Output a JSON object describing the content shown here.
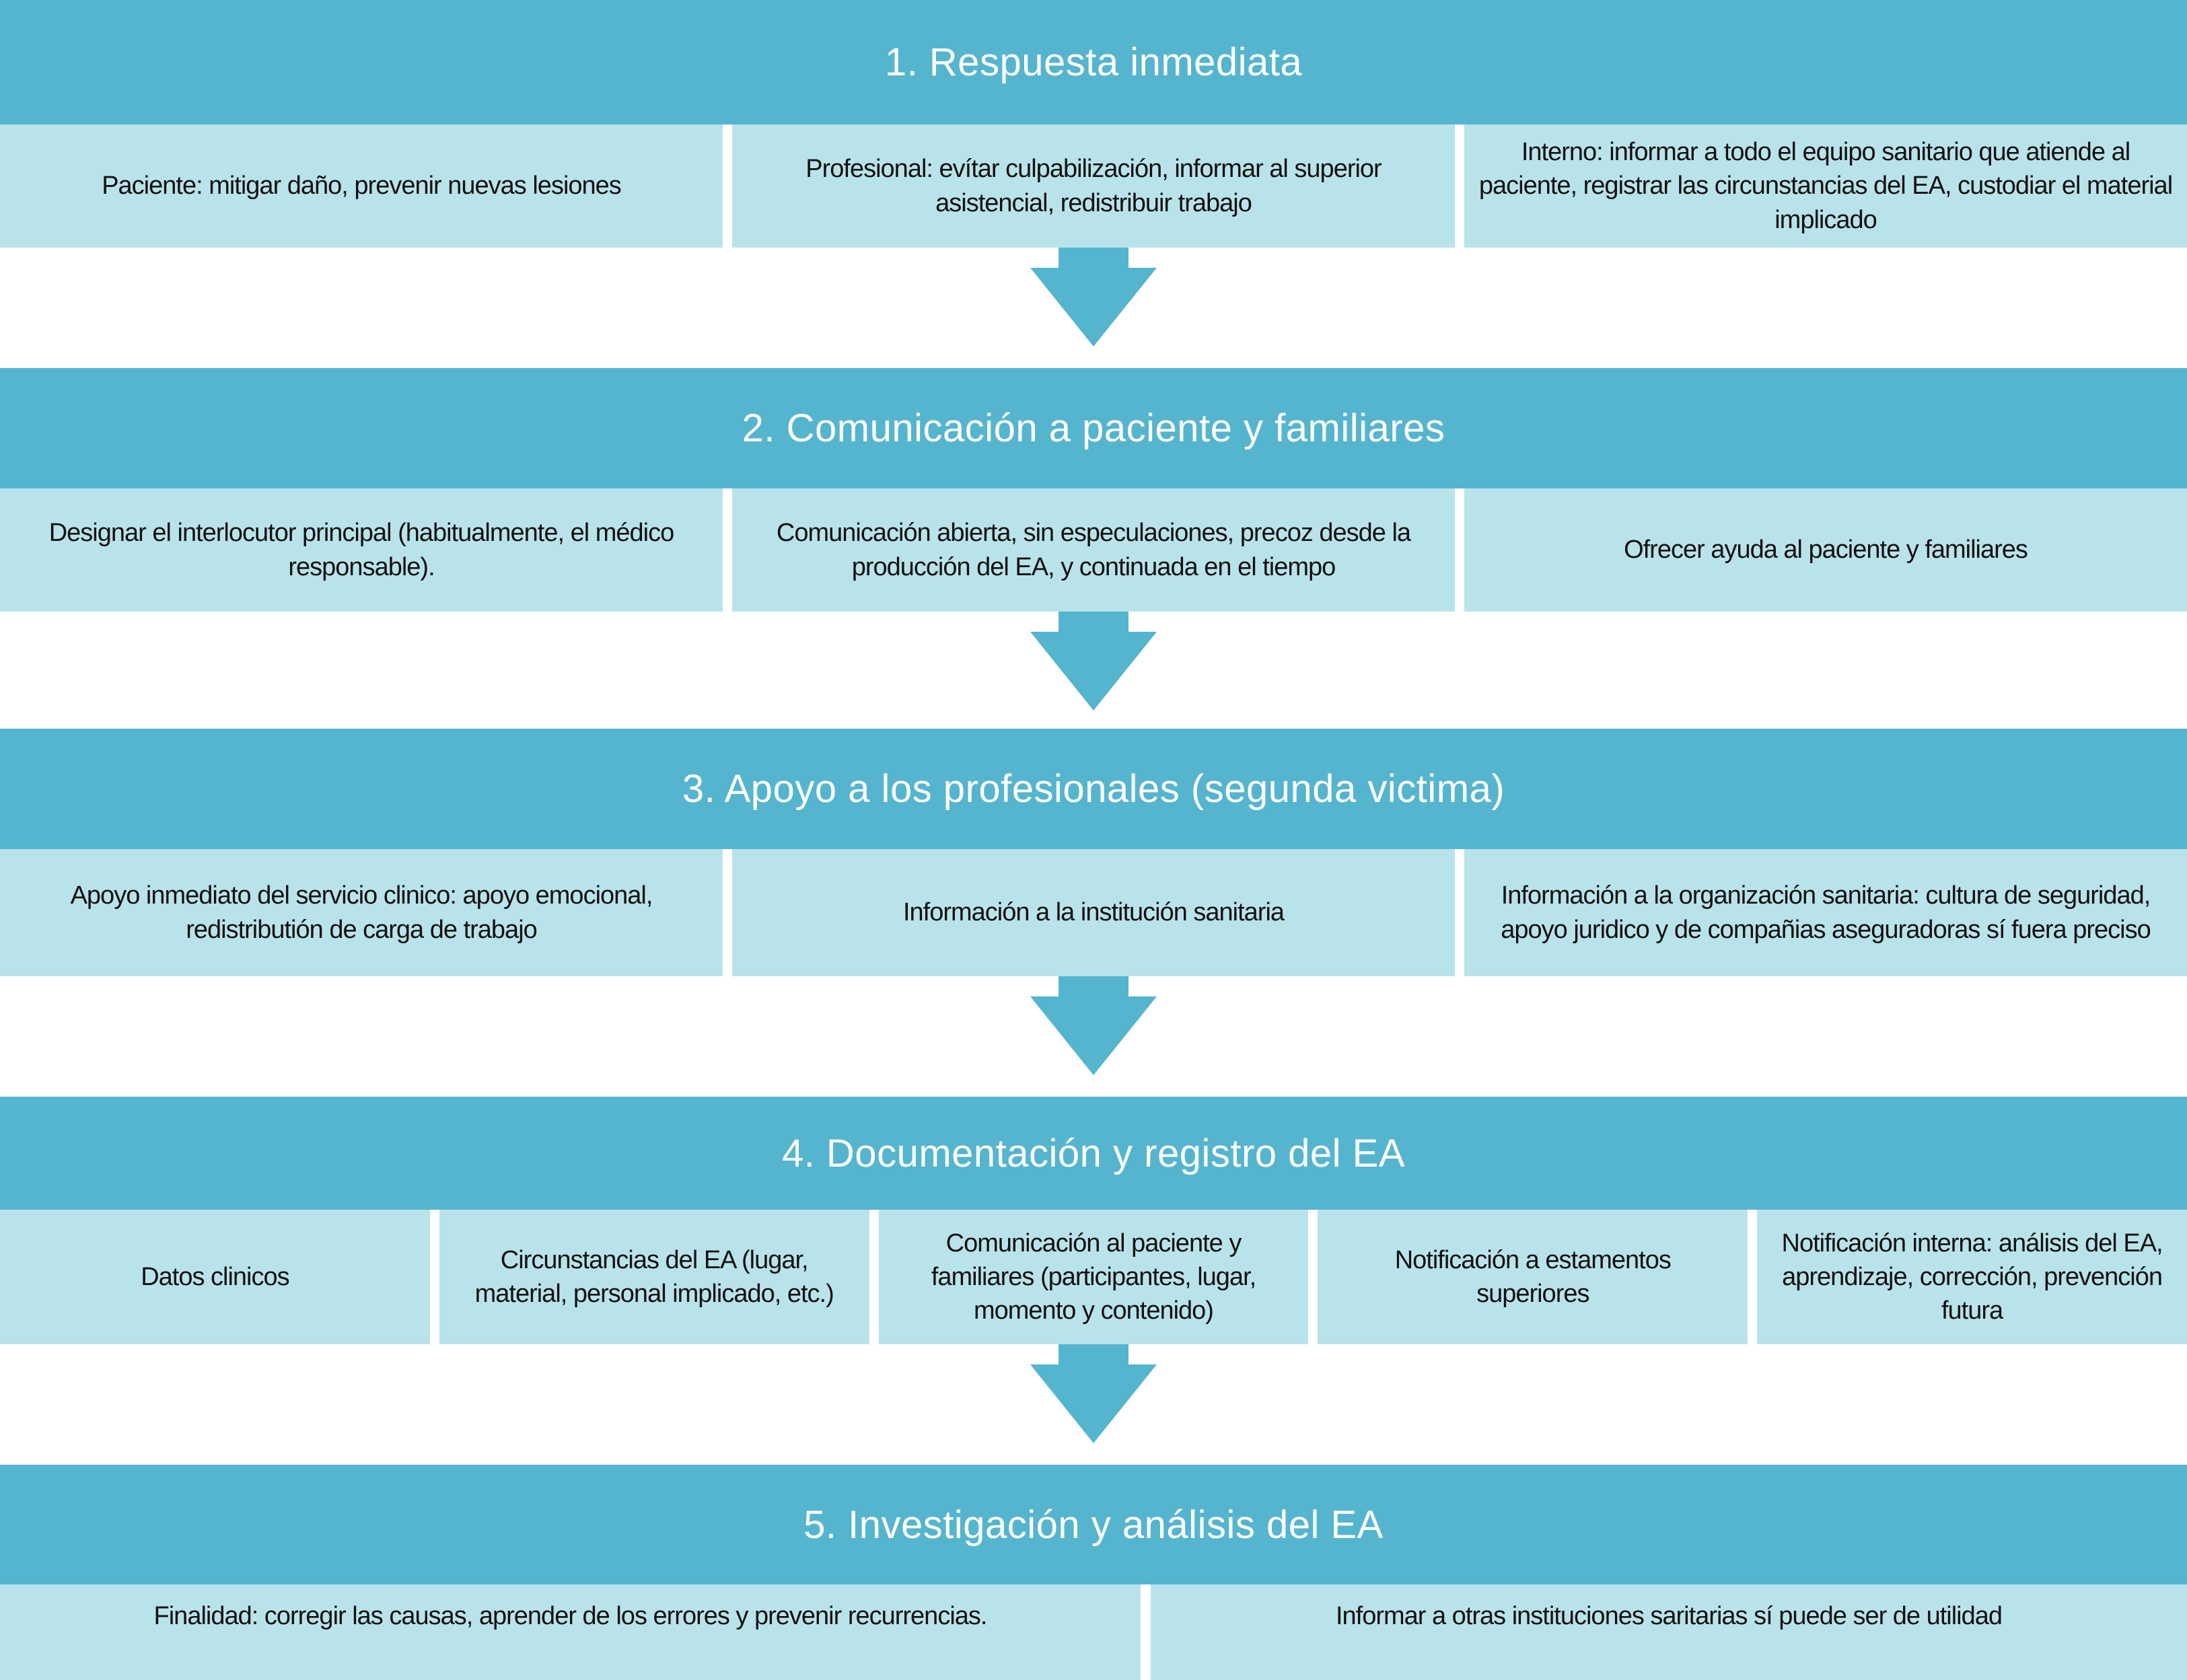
{
  "colors": {
    "band_bg": "#55b5cf",
    "cell_bg": "#b9e3ea",
    "arrow": "#55b5cf",
    "band_text": "#ffffff",
    "cell_text": "#111111",
    "gutter": "#ffffff"
  },
  "sections": [
    {
      "title": "1. Respuesta inmediata",
      "cells": [
        "Paciente: mitigar daño, prevenir nuevas lesiones",
        "Profesional: evítar culpabilización, informar al superior asistencial, redistribuir trabajo",
        "Interno: informar a todo el equipo sanitario que atiende al paciente, registrar las circunstancias del EA, custodiar el material implicado"
      ]
    },
    {
      "title": "2. Comunicación a paciente y familiares",
      "cells": [
        "Designar el interlocutor principal (habitualmente, el médico responsable).",
        "Comunicación abierta, sin especulaciones, precoz desde la producción del EA, y continuada en el tiempo",
        "Ofrecer ayuda al paciente y familiares"
      ]
    },
    {
      "title": "3. Apoyo a los profesionales (segunda victima)",
      "cells": [
        "Apoyo inmediato del servicio clinico: apoyo emocional, redistributión de carga de trabajo",
        "Información a la institución sanitaria",
        "Información a la organización sanitaria: cultura de seguridad, apoyo juridico y de compañias aseguradoras sí fuera preciso"
      ]
    },
    {
      "title": "4. Documentación y registro del EA",
      "cells": [
        "Datos clinicos",
        "Circunstancias del EA (lugar, material, personal implicado, etc.)",
        "Comunicación al paciente y familiares (participantes, lugar, momento y contenido)",
        "Notificación a estamentos superiores",
        "Notificación interna: análisis del EA, aprendizaje, corrección, prevención futura"
      ]
    },
    {
      "title": "5. Investigación y análisis del EA",
      "cells": [
        "Finalidad: corregir las causas, aprender de los errores y prevenir recurrencias.",
        "Informar a otras instituciones saritarias sí puede ser de utilidad"
      ]
    }
  ]
}
